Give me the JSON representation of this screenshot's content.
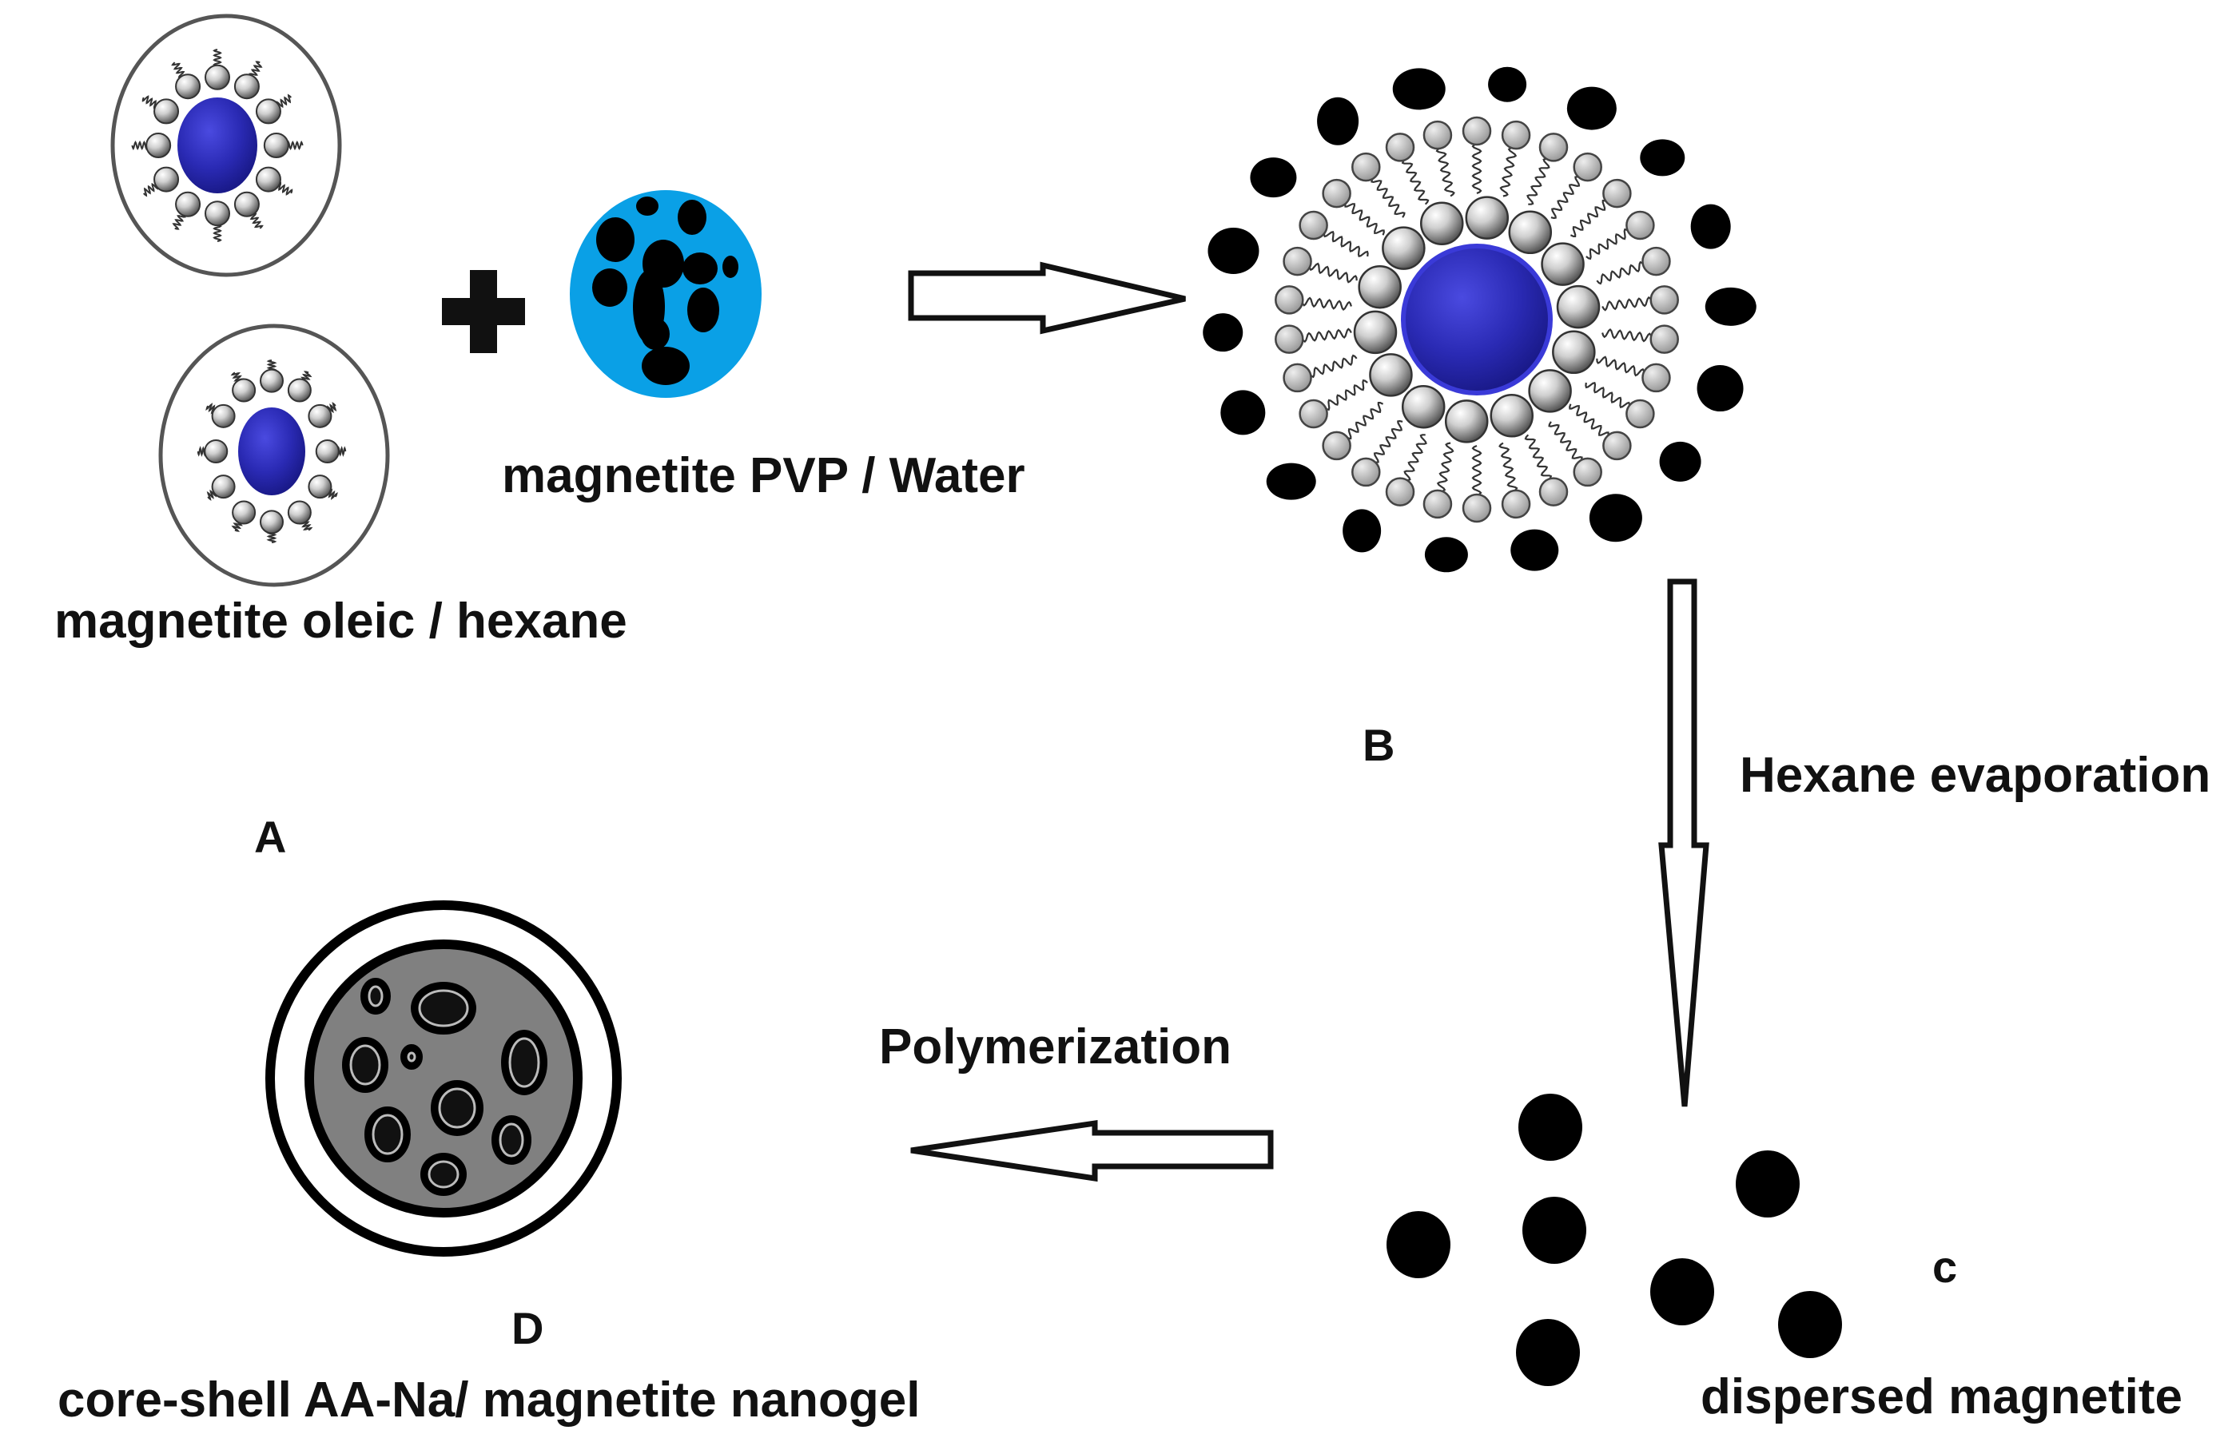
{
  "labels": {
    "oleic": "magnetite oleic / hexane",
    "pvp": "magnetite PVP / Water",
    "hexane_evap": "Hexane evaporation",
    "polymerization": "Polymerization",
    "dispersed": "dispersed magnetite",
    "nanogel": "core-shell  AA-Na/ magnetite nanogel"
  },
  "stage_letters": {
    "A": "A",
    "B": "B",
    "C": "c",
    "D": "D"
  },
  "plus_symbol": "+",
  "colors": {
    "core_blue": "#2a2ab4",
    "core_highlight": "#5a5ae0",
    "pvp_blue": "#0aa0e6",
    "magnetite_black": "#000000",
    "gel_grey": "#808080",
    "sphere_grey": "#c8c8c8"
  }
}
